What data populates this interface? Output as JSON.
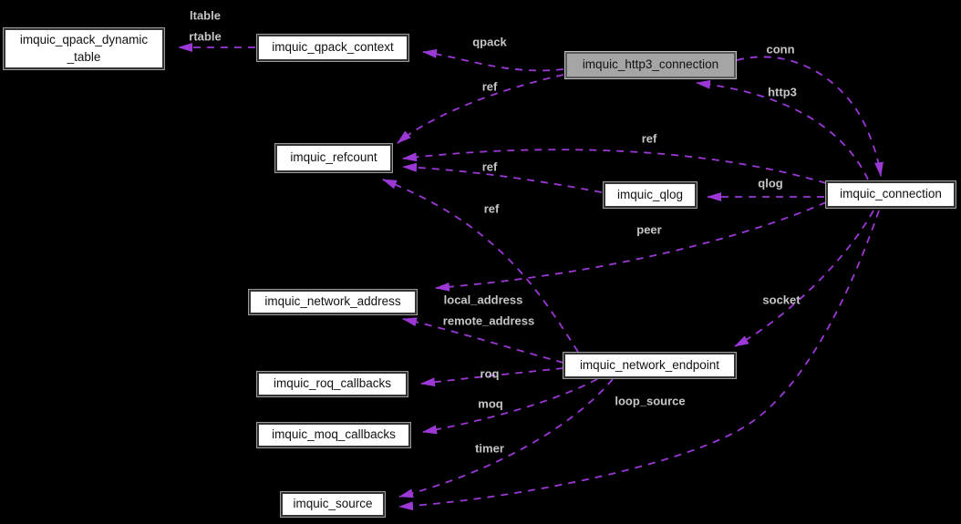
{
  "diagram_type": "collaboration-graph",
  "colors": {
    "background": "#000000",
    "edge": "#9c38d6",
    "edge_label": "#c6c6c6",
    "node_fill": "#ffffff",
    "node_border": "#333333",
    "highlight_node_fill": "#a5a5a5",
    "node_text": "#111111"
  },
  "nodes": [
    {
      "id": "imquic_qpack_dynamic_table",
      "label": "imquic_qpack_dynamic\n_table",
      "highlighted": false
    },
    {
      "id": "imquic_qpack_context",
      "label": "imquic_qpack_context",
      "highlighted": false
    },
    {
      "id": "imquic_http3_connection",
      "label": "imquic_http3_connection",
      "highlighted": true
    },
    {
      "id": "imquic_refcount",
      "label": "imquic_refcount",
      "highlighted": false
    },
    {
      "id": "imquic_qlog",
      "label": "imquic_qlog",
      "highlighted": false
    },
    {
      "id": "imquic_connection",
      "label": "imquic_connection",
      "highlighted": false
    },
    {
      "id": "imquic_network_address",
      "label": "imquic_network_address",
      "highlighted": false
    },
    {
      "id": "imquic_network_endpoint",
      "label": "imquic_network_endpoint",
      "highlighted": false
    },
    {
      "id": "imquic_roq_callbacks",
      "label": "imquic_roq_callbacks",
      "highlighted": false
    },
    {
      "id": "imquic_moq_callbacks",
      "label": "imquic_moq_callbacks",
      "highlighted": false
    },
    {
      "id": "imquic_source",
      "label": "imquic_source",
      "highlighted": false
    }
  ],
  "edges": [
    {
      "from": "imquic_qpack_context",
      "to": "imquic_qpack_dynamic_table",
      "labels": [
        "ltable",
        "rtable"
      ]
    },
    {
      "from": "imquic_http3_connection",
      "to": "imquic_qpack_context",
      "labels": [
        "qpack"
      ]
    },
    {
      "from": "imquic_http3_connection",
      "to": "imquic_refcount",
      "labels": [
        "ref"
      ]
    },
    {
      "from": "imquic_connection",
      "to": "imquic_http3_connection",
      "labels": [
        "http3"
      ]
    },
    {
      "from": "imquic_http3_connection",
      "to": "imquic_connection",
      "labels": [
        "conn"
      ]
    },
    {
      "from": "imquic_connection",
      "to": "imquic_refcount",
      "labels": [
        "ref"
      ]
    },
    {
      "from": "imquic_qlog",
      "to": "imquic_refcount",
      "labels": [
        "ref"
      ]
    },
    {
      "from": "imquic_connection",
      "to": "imquic_qlog",
      "labels": [
        "qlog"
      ]
    },
    {
      "from": "imquic_network_endpoint",
      "to": "imquic_refcount",
      "labels": [
        "ref"
      ]
    },
    {
      "from": "imquic_connection",
      "to": "imquic_network_address",
      "labels": [
        "peer"
      ]
    },
    {
      "from": "imquic_network_endpoint",
      "to": "imquic_network_address",
      "labels": [
        "local_address",
        "remote_address"
      ]
    },
    {
      "from": "imquic_connection",
      "to": "imquic_network_endpoint",
      "labels": [
        "socket"
      ]
    },
    {
      "from": "imquic_network_endpoint",
      "to": "imquic_roq_callbacks",
      "labels": [
        "roq"
      ]
    },
    {
      "from": "imquic_network_endpoint",
      "to": "imquic_moq_callbacks",
      "labels": [
        "moq"
      ]
    },
    {
      "from": "imquic_network_endpoint",
      "to": "imquic_source",
      "labels": [
        "timer"
      ]
    },
    {
      "from": "imquic_connection",
      "to": "imquic_source",
      "labels": [
        "loop_source"
      ]
    }
  ]
}
